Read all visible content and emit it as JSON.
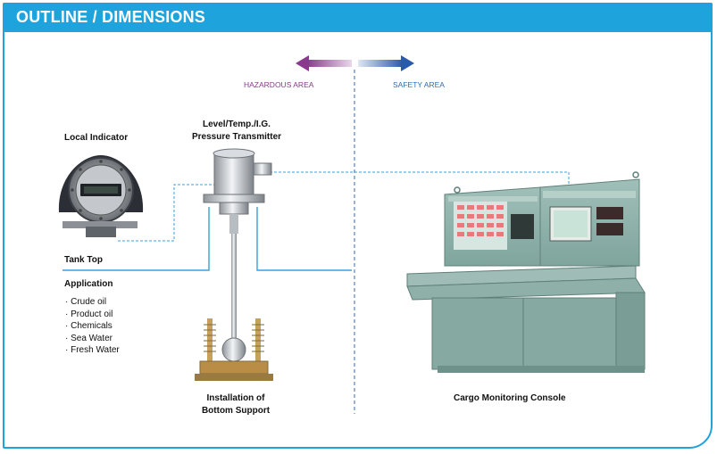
{
  "header": {
    "title": "OUTLINE / DIMENSIONS"
  },
  "zones": {
    "hazardous": "HAZARDOUS AREA",
    "safety": "SAFETY AREA"
  },
  "labels": {
    "local_indicator": "Local Indicator",
    "transmitter_line1": "Level/Temp./I.G.",
    "transmitter_line2": "Pressure Transmitter",
    "tank_top": "Tank Top",
    "application": "Application",
    "bottom_support_line1": "Installation of",
    "bottom_support_line2": "Bottom Support",
    "console": "Cargo Monitoring Console"
  },
  "applications": [
    "· Crude oil",
    "· Product oil",
    "· Chemicals",
    "· Sea Water",
    "· Fresh Water"
  ],
  "colors": {
    "accent": "#1ea3dc",
    "hazard_arrow": "#8a3a8c",
    "safety_arrow": "#2a5aa8",
    "dashed_link": "#3aa0d8",
    "cable": "#3aa0d8"
  }
}
